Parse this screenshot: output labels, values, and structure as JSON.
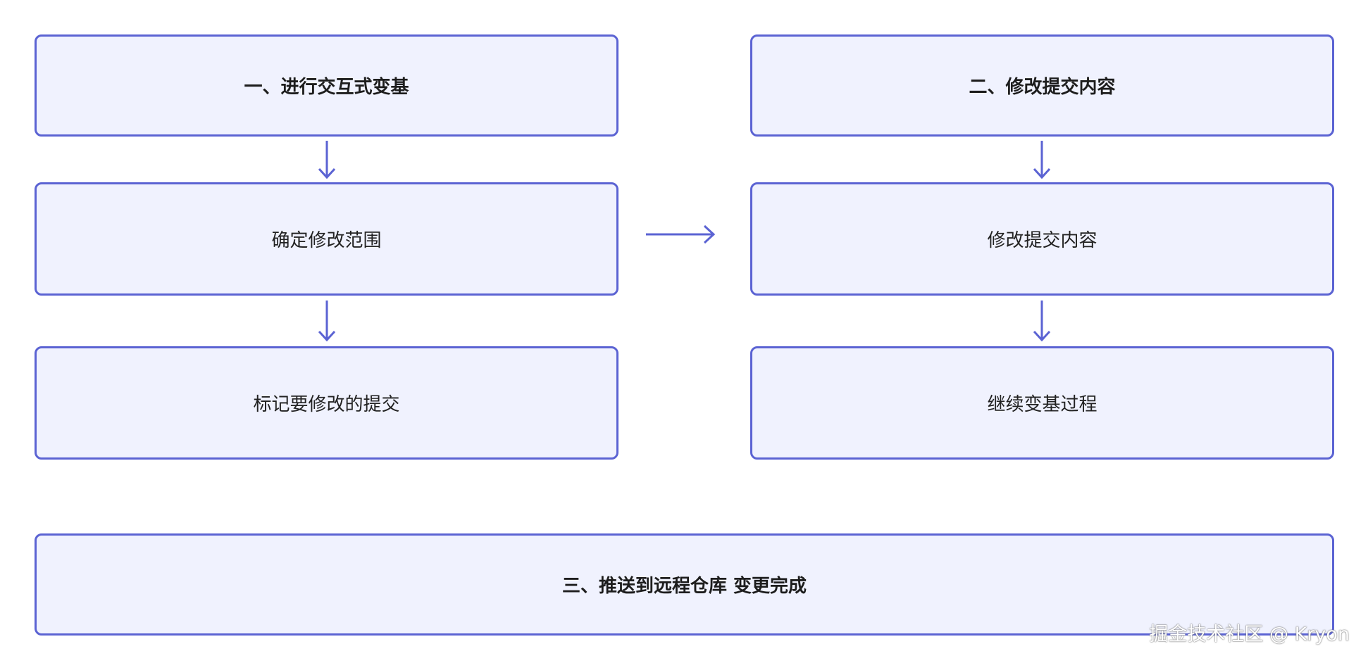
{
  "colors": {
    "box_fill": "#f0f2fe",
    "box_border": "#5b63d3",
    "arrow": "#5b63d3",
    "text": "#222222"
  },
  "left_column": {
    "title": "一、进行交互式变基",
    "step1": "确定修改范围",
    "step2": "标记要修改的提交"
  },
  "right_column": {
    "title": "二、修改提交内容",
    "step1": "修改提交内容",
    "step2": "继续变基过程"
  },
  "bottom": {
    "title": "三、推送到远程仓库 变更完成"
  },
  "watermark": "掘金技术社区 @ Kryon"
}
